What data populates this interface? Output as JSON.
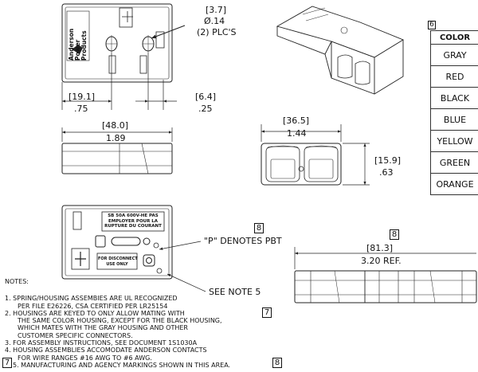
{
  "dims": {
    "hole_dia_mm": "[3.7]",
    "hole_dia_in": "Ø.14",
    "hole_count": "(2) PLC'S",
    "width_front_mm": "[19.1]",
    "width_front_in": ".75",
    "offset_mm": "[6.4]",
    "offset_in": ".25",
    "length_mm": "[48.0]",
    "length_in": "1.89",
    "face_width_mm": "[36.5]",
    "face_width_in": "1.44",
    "face_height_mm": "[15.9]",
    "face_height_in": ".63",
    "ref_length_mm": "[81.3]",
    "ref_length_in": "3.20  REF."
  },
  "colors_table": {
    "marker": "6",
    "header": "COLOR",
    "rows": [
      "GRAY",
      "RED",
      "BLACK",
      "BLUE",
      "YELLOW",
      "GREEN",
      "ORANGE"
    ]
  },
  "callouts": {
    "pbt_note": "\"P\" DENOTES PBT",
    "see_note": "SEE NOTE 5",
    "marker_8_a": "8",
    "marker_8_b": "8",
    "marker_7_a": "7",
    "marker_7_b": "7",
    "marker_8_c": "8"
  },
  "label": {
    "line1": "SB 50A 600V-HE PAS",
    "line2": "EMPLOYER POUR LA",
    "line3": "RUPTURE DU COURANT",
    "disconnect1": "FOR DISCONNECT",
    "disconnect2": "USE ONLY",
    "logo1": "Anderson",
    "logo2": "Power",
    "logo3": "Products"
  },
  "notes": {
    "heading": "NOTES:",
    "n1a": "1. SPRING/HOUSING ASSEMBIES ARE UL RECOGNIZED",
    "n1b": "PER FILE E26226, CSA CERTIFIED PER LR25154",
    "n2a": "2. HOUSINGS ARE KEYED TO ONLY ALLOW MATING WITH",
    "n2b": "THE SAME COLOR HOUSING, EXCEPT FOR THE BLACK HOUSING,",
    "n2c": "WHICH MATES WITH THE GRAY HOUSING AND OTHER",
    "n2d": "CUSTOMER SPECIFIC CONNECTORS.",
    "n3": "3. FOR ASSEMBLY INSTRUCTIONS, SEE DOCUMENT 1S1030A",
    "n4a": "4. HOUSING ASSEMBLIES ACCOMODATE ANDERSON CONTACTS",
    "n4b": "FOR WIRE RANGES #16 AWG TO #6 AWG.",
    "n5": "5. MANUFACTURING AND AGENCY MARKINGS SHOWN IN THIS AREA."
  }
}
